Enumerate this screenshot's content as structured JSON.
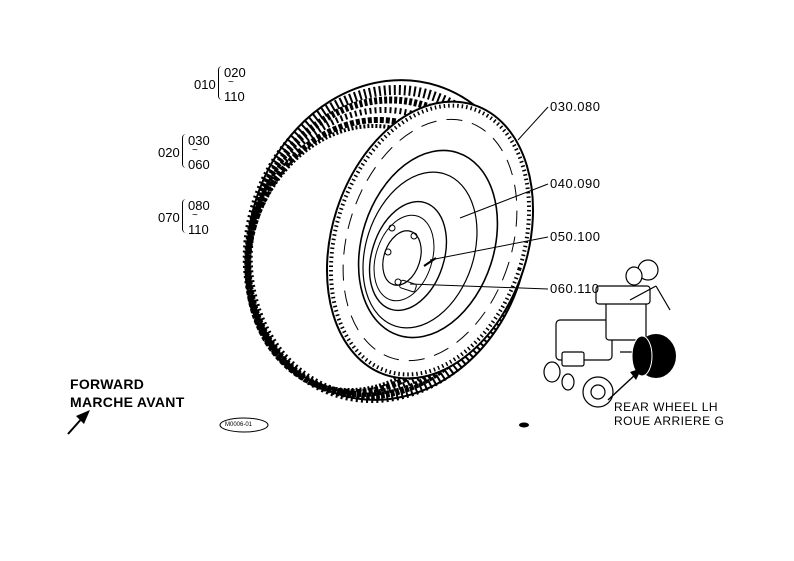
{
  "ref_groups": [
    {
      "base": "010",
      "from": "020",
      "to": "110",
      "sep": "~"
    },
    {
      "base": "020",
      "from": "030",
      "to": "060",
      "sep": "~"
    },
    {
      "base": "070",
      "from": "080",
      "to": "110",
      "sep": "~"
    }
  ],
  "callouts": [
    {
      "text": "030.080"
    },
    {
      "text": "040.090"
    },
    {
      "text": "050.100"
    },
    {
      "text": "060.110"
    }
  ],
  "direction": {
    "line1": "FORWARD",
    "line2": "MARCHE AVANT"
  },
  "location": {
    "line1": "REAR WHEEL LH",
    "line2": "ROUE ARRIERE G"
  },
  "stamp": "M0006-01"
}
